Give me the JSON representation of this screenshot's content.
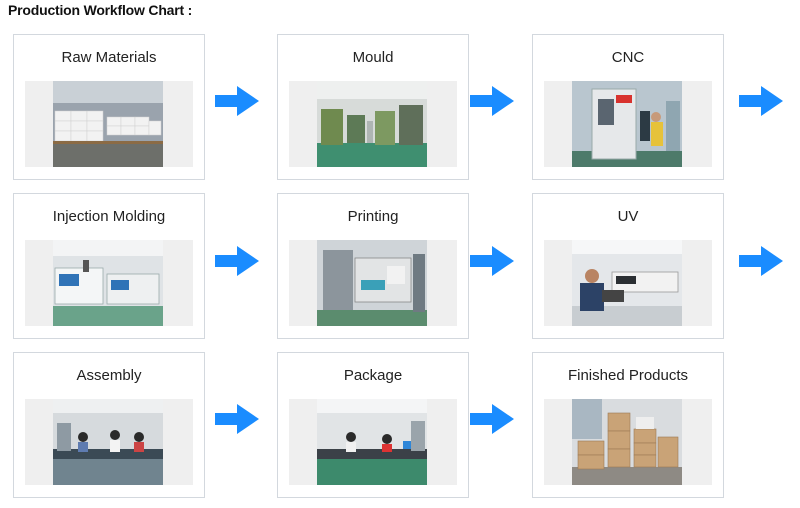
{
  "page": {
    "title": "Production Workflow Chart :"
  },
  "colors": {
    "arrow": "#1a8cff",
    "card_border": "#d3d8de",
    "photo_backdrop": "#efefef"
  },
  "steps": [
    {
      "label": "Raw Materials",
      "photo": "warehouse with stacked white material sacks on pallets"
    },
    {
      "label": "Mould",
      "photo": "mould workshop with green machinery"
    },
    {
      "label": "CNC",
      "photo": "CNC machining center with operator"
    },
    {
      "label": "Injection Molding",
      "photo": "rows of injection molding machines"
    },
    {
      "label": "Printing",
      "photo": "printing machine"
    },
    {
      "label": "UV",
      "photo": "UV printer with operator at workstation"
    },
    {
      "label": "Assembly",
      "photo": "assembly line with workers"
    },
    {
      "label": "Package",
      "photo": "packaging line with workers"
    },
    {
      "label": "Finished Products",
      "photo": "stacked cardboard boxes of finished products"
    }
  ],
  "arrows": [
    {
      "icon": "right-arrow-icon"
    },
    {
      "icon": "right-arrow-icon"
    },
    {
      "icon": "right-arrow-icon"
    },
    {
      "icon": "right-arrow-icon"
    },
    {
      "icon": "right-arrow-icon"
    },
    {
      "icon": "right-arrow-icon"
    },
    {
      "icon": "right-arrow-icon"
    },
    {
      "icon": "right-arrow-icon"
    }
  ]
}
